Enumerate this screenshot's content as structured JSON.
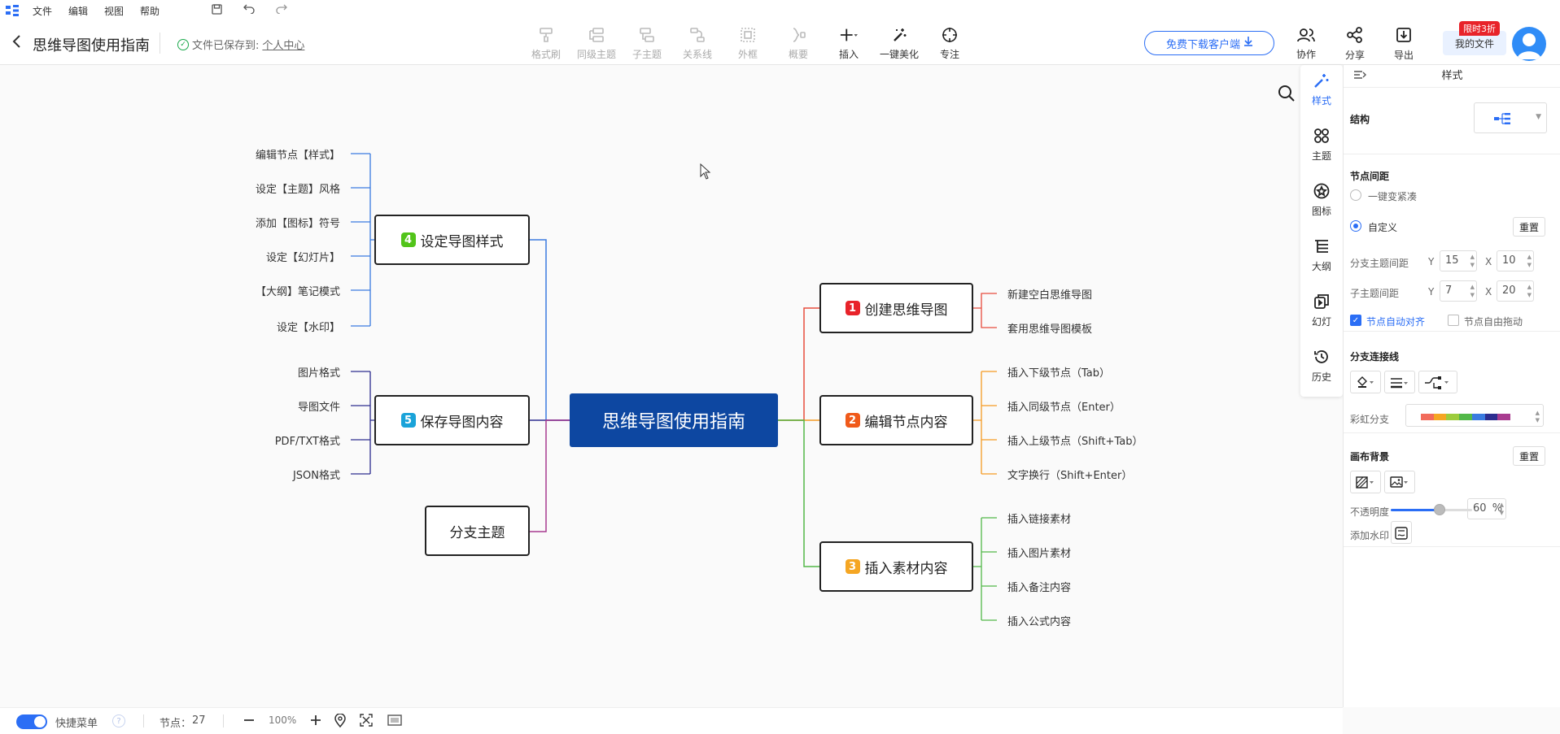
{
  "menubar": {
    "items": [
      "文件",
      "编辑",
      "视图",
      "帮助"
    ]
  },
  "header": {
    "title": "思维导图使用指南",
    "saved_text": "文件已保存到:",
    "saved_link": "个人中心",
    "tools": {
      "format_painter": "格式刷",
      "sibling_topic": "同级主题",
      "subtopic": "子主题",
      "relation_line": "关系线",
      "outer_frame": "外框",
      "summary": "概要",
      "insert": "插入",
      "beautify": "一键美化",
      "focus": "专注"
    },
    "download_button": "免费下载客户端",
    "collaborate": "协作",
    "share": "分享",
    "export": "导出",
    "my_files": "我的文件",
    "promo_badge": "限时3折"
  },
  "mindmap": {
    "root": "思维导图使用指南",
    "branches": {
      "b1": {
        "num": "1",
        "label": "创建思维导图",
        "color": "#e84c3d",
        "children": [
          "新建空白思维导图",
          "套用思维导图模板"
        ]
      },
      "b2": {
        "num": "2",
        "label": "编辑节点内容",
        "color": "#f59a23",
        "children": [
          "插入下级节点（Tab）",
          "插入同级节点（Enter）",
          "插入上级节点（Shift+Tab）",
          "文字换行（Shift+Enter）"
        ]
      },
      "b3": {
        "num": "3",
        "label": "插入素材内容",
        "color": "#52b848",
        "children": [
          "插入链接素材",
          "插入图片素材",
          "插入备注内容",
          "插入公式内容"
        ]
      },
      "b4": {
        "num": "4",
        "label": "设定导图样式",
        "color": "#3a7be0",
        "children": [
          "编辑节点【样式】",
          "设定【主题】风格",
          "添加【图标】符号",
          "设定【幻灯片】",
          "【大纲】笔记模式",
          "设定【水印】"
        ]
      },
      "b5": {
        "num": "5",
        "label": "保存导图内容",
        "color": "#2d2d8f",
        "children": [
          "图片格式",
          "导图文件",
          "PDF/TXT格式",
          "JSON格式"
        ]
      },
      "b6": {
        "label": "分支主题",
        "color": "#a83b8f"
      }
    },
    "badge_colors": {
      "b1": "#e8232a",
      "b2": "#f05a1a",
      "b3": "#f5a623",
      "b4": "#52c41a",
      "b5": "#1aa3d9"
    }
  },
  "rail": {
    "style": "样式",
    "theme": "主题",
    "icon": "图标",
    "outline": "大纲",
    "slides": "幻灯",
    "history": "历史"
  },
  "panel": {
    "title": "样式",
    "structure_label": "结构",
    "spacing_label": "节点间距",
    "compact_option": "一键变紧凑",
    "custom_option": "自定义",
    "reset": "重置",
    "branch_spacing_label": "分支主题间距",
    "sub_spacing_label": "子主题间距",
    "y_label": "Y",
    "x_label": "X",
    "branch_y": "15",
    "branch_x": "10",
    "sub_y": "7",
    "sub_x": "20",
    "auto_align": "节点自动对齐",
    "free_drag": "节点自由拖动",
    "connector_label": "分支连接线",
    "rainbow_label": "彩虹分支",
    "rainbow_colors": [
      "#f26b5b",
      "#f5a623",
      "#9ccc3d",
      "#52b848",
      "#3a7be0",
      "#2d2d8f",
      "#a83b8f"
    ],
    "canvas_bg_label": "画布背景",
    "opacity_label": "不透明度",
    "opacity_value": "60",
    "opacity_unit": "%",
    "opacity_level": 0.6,
    "watermark_label": "添加水印"
  },
  "status": {
    "quick_menu": "快捷菜单",
    "node_count_label": "节点：",
    "node_count": "27",
    "zoom": "100%"
  }
}
